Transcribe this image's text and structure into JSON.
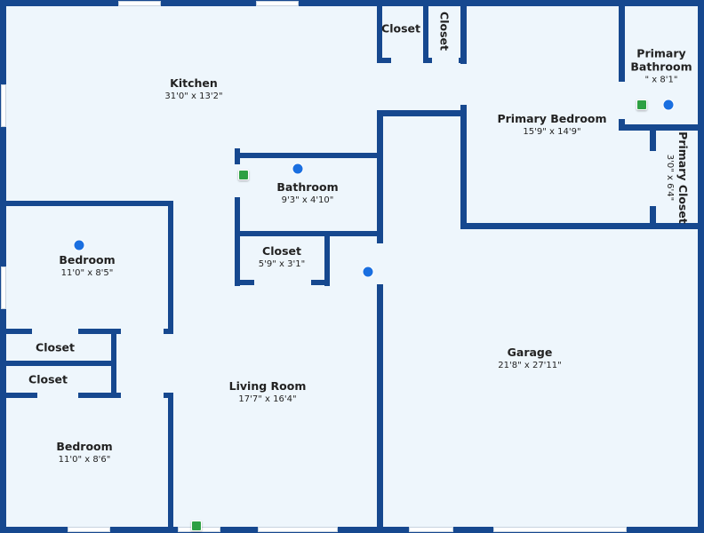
{
  "rooms": [
    {
      "name": "Kitchen",
      "dims": "31'0\" x 13'2\""
    },
    {
      "name": "Closet",
      "dims": ""
    },
    {
      "name": "Closet",
      "dims": ""
    },
    {
      "name": "Primary Bedroom",
      "dims": "15'9\" x 14'9\""
    },
    {
      "name": "Primary Bathroom",
      "dims": "\" x 8'1\""
    },
    {
      "name": "Primary Closet",
      "dims": "3'0\" x 6'4\""
    },
    {
      "name": "Bathroom",
      "dims": "9'3\" x 4'10\""
    },
    {
      "name": "Closet",
      "dims": "5'9\" x 3'1\""
    },
    {
      "name": "Bedroom",
      "dims": "11'0\" x 8'5\""
    },
    {
      "name": "Closet",
      "dims": ""
    },
    {
      "name": "Closet",
      "dims": ""
    },
    {
      "name": "Living Room",
      "dims": "17'7\" x 16'4\""
    },
    {
      "name": "Bedroom",
      "dims": "11'0\" x 8'6\""
    },
    {
      "name": "Garage",
      "dims": "21'8\" x 27'11\""
    }
  ],
  "colors": {
    "wall": "#16488f",
    "floor": "#eef6fc",
    "marker_blue": "#1a6fe0",
    "marker_green": "#2ea043"
  }
}
